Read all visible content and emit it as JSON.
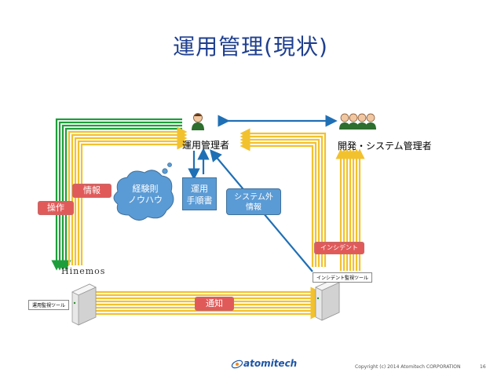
{
  "title": "運用管理(現状)",
  "nodes": {
    "operator": "運用管理者",
    "dev_admin": "開発・システム管理者",
    "monitor_tool": "運用監視ツール",
    "incident_tool": "インシデント監視ツール",
    "hinemos_logo": "Hinemos"
  },
  "boxes": {
    "experience_line1": "経験則",
    "experience_line2": "ノウハウ",
    "manual_line1": "運用",
    "manual_line2": "手順書",
    "external_line1": "システム外",
    "external_line2": "情報"
  },
  "tags": {
    "info": "情報",
    "operation": "操作",
    "incident": "インシデント",
    "notify": "通知"
  },
  "footer": {
    "copyright": "Copyright (c) 2014 Atomitech CORPORATION",
    "page_number": "16",
    "logo": "atomitech"
  },
  "colors": {
    "title": "#1f3f8f",
    "green_lines": "#1e9e3a",
    "yellow_lines": "#f2c12e",
    "blue_arrow": "#1f6fb5",
    "tag_red": "#e15a5a",
    "box_blue": "#5b9bd5"
  }
}
